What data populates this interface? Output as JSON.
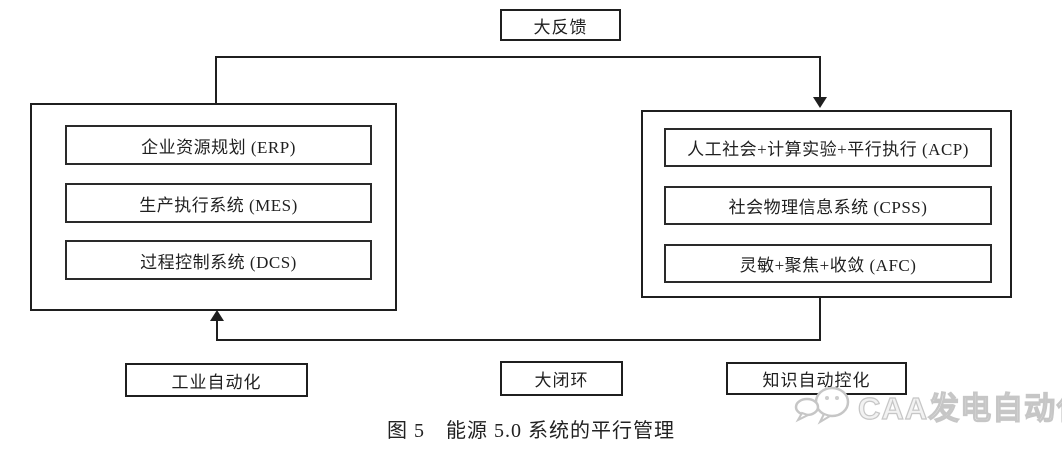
{
  "diagram": {
    "feedback_label": "大反馈",
    "left_system": {
      "items": [
        {
          "label": "企业资源规划 (ERP)"
        },
        {
          "label": "生产执行系统 (MES)"
        },
        {
          "label": "过程控制系统 (DCS)"
        }
      ]
    },
    "right_system": {
      "items": [
        {
          "label": "人工社会+计算实验+平行执行 (ACP)"
        },
        {
          "label": "社会物理信息系统 (CPSS)"
        },
        {
          "label": "灵敏+聚焦+收敛 (AFC)"
        }
      ]
    },
    "bottom_labels": {
      "left": "工业自动化",
      "center": "大闭环",
      "right": "知识自动控化"
    },
    "caption": "图 5　能源 5.0 系统的平行管理",
    "watermark": "CAA发电自动化",
    "colors": {
      "line": "#1f1f1f",
      "background": "#ffffff",
      "watermark_outline": "#c6c6c6"
    }
  }
}
